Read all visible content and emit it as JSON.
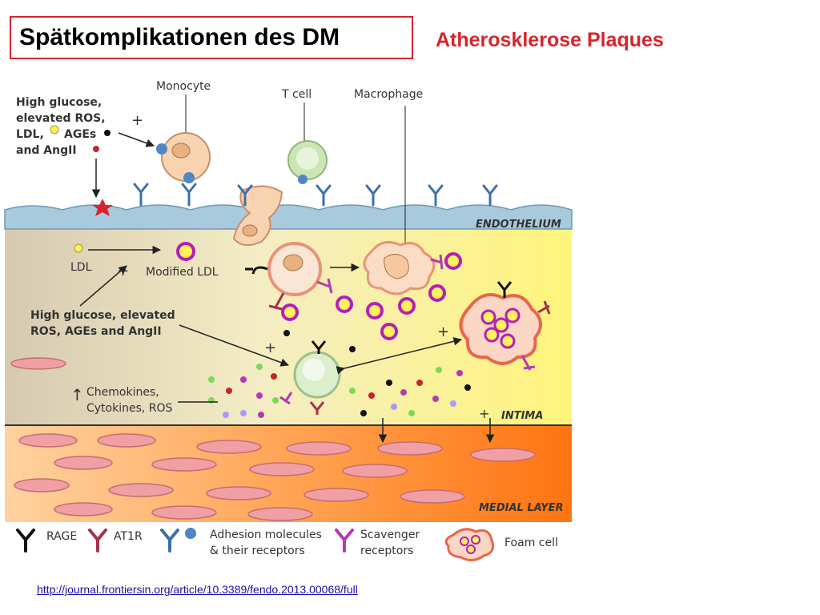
{
  "title": "Spätkomplikationen des DM",
  "subtitle": "Atherosklerose Plaques",
  "source_url": "http://journal.frontiersin.org/article/10.3389/fendo.2013.00068/full",
  "figure": {
    "cells": {
      "monocyte": "Monocyte",
      "t_cell": "T cell",
      "macrophage": "Macrophage"
    },
    "stimulus_top": [
      "High glucose,",
      "elevated ROS,",
      "LDL,",
      "AGEs",
      "and AngII"
    ],
    "ldl": "LDL",
    "modified_ldl": "Modified LDL",
    "stimulus_mid": [
      "High glucose, elevated",
      "ROS, AGEs and AngII"
    ],
    "chemokines": [
      "Chemokines,",
      "Cytokines, ROS"
    ],
    "plus": "+",
    "layers": {
      "endothelium": "ENDOTHELIUM",
      "intima": "INTIMA",
      "medial": "MEDIAL LAYER"
    },
    "legend": {
      "rage": "RAGE",
      "at1r": "AT1R",
      "adhesion": [
        "Adhesion molecules",
        "& their receptors"
      ],
      "scavenger": [
        "Scavenger",
        "receptors"
      ],
      "foam_cell": "Foam cell"
    },
    "colors": {
      "endothelium": "#a9c9dc",
      "intima_light": "#fff8a8",
      "intima_dark": "#d9cbb0",
      "medial_light": "#ffb25c",
      "medial_dark": "#ff7a1a",
      "accent_red": "#d9232b"
    }
  }
}
